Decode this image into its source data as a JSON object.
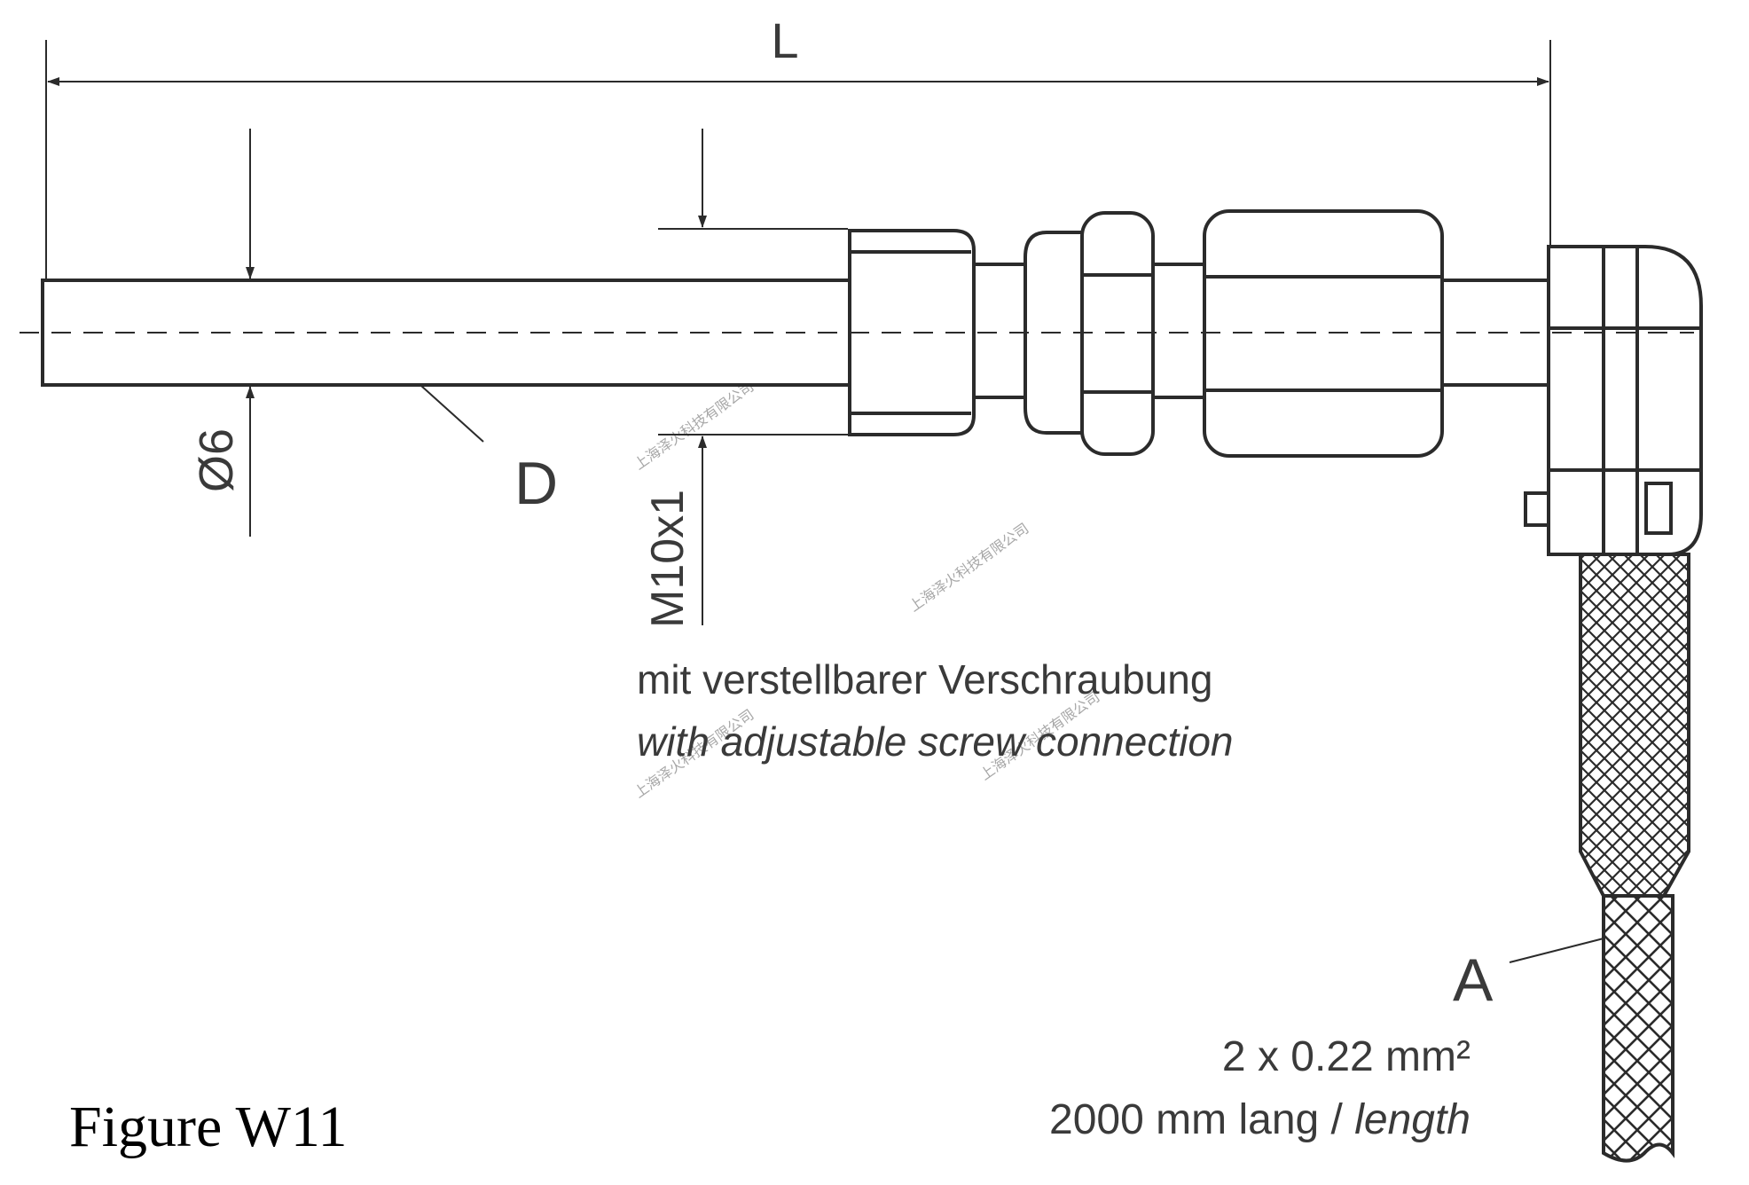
{
  "labels": {
    "length": "L",
    "diameter": "Ø6",
    "thread": "M10x1",
    "tube": "D",
    "cable": "A"
  },
  "notes": {
    "screw_de": "mit verstellbarer Verschraubung",
    "screw_en": "with adjustable screw connection",
    "cable_spec": "2 x 0.22 mm²",
    "cable_length_de": "2000 mm lang / ",
    "cable_length_en": "length"
  },
  "watermark": "上海泽火科技有限公司",
  "caption": "Figure W11",
  "colors": {
    "line": "#2b2b2b",
    "text": "#3a3a3a",
    "background": "#ffffff"
  }
}
